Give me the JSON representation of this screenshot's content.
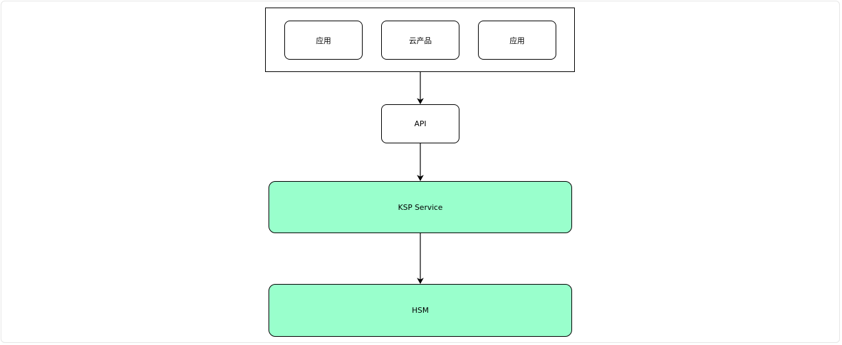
{
  "diagram": {
    "top_group": {
      "items": [
        {
          "label": "应用"
        },
        {
          "label": "云产品"
        },
        {
          "label": "应用"
        }
      ]
    },
    "api": {
      "label": "API"
    },
    "ksp": {
      "label": "KSP Service"
    },
    "hsm": {
      "label": "HSM"
    }
  },
  "colors": {
    "green_fill": "#99ffcc",
    "stroke": "#000000"
  }
}
